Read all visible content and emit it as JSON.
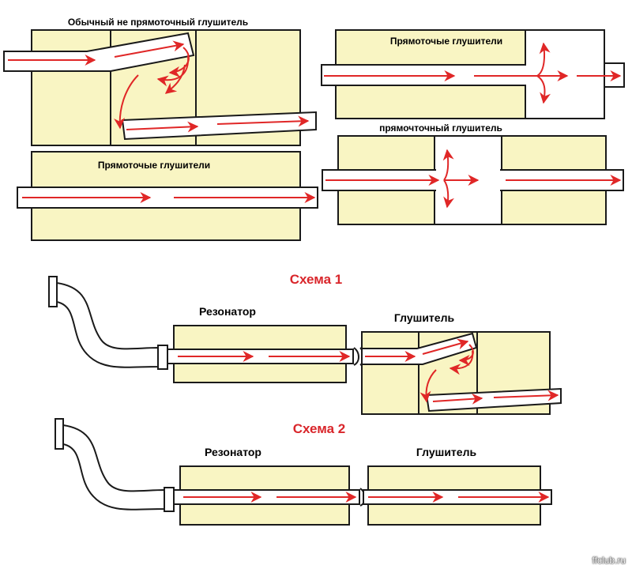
{
  "colors": {
    "body": "#f9f5c3",
    "outline": "#1a1a1a",
    "arrow": "#e02727",
    "scheme_title": "#d9262b"
  },
  "labels": {
    "conventional_muffler": "Обычный не прямоточный глушитель",
    "straight_muffler_top_right": "Прямоточые глушители",
    "straight_muffler_mid_left": "Прямоточые глушители",
    "straight_muffler_mid_right": "прямочточный глушитель",
    "scheme1_title": "Схема 1",
    "scheme1_resonator": "Резонатор",
    "scheme1_muffler": "Глушитель",
    "scheme2_title": "Схема 2",
    "scheme2_resonator": "Резонатор",
    "scheme2_muffler": "Глушитель"
  },
  "watermark": "ffclub.ru"
}
